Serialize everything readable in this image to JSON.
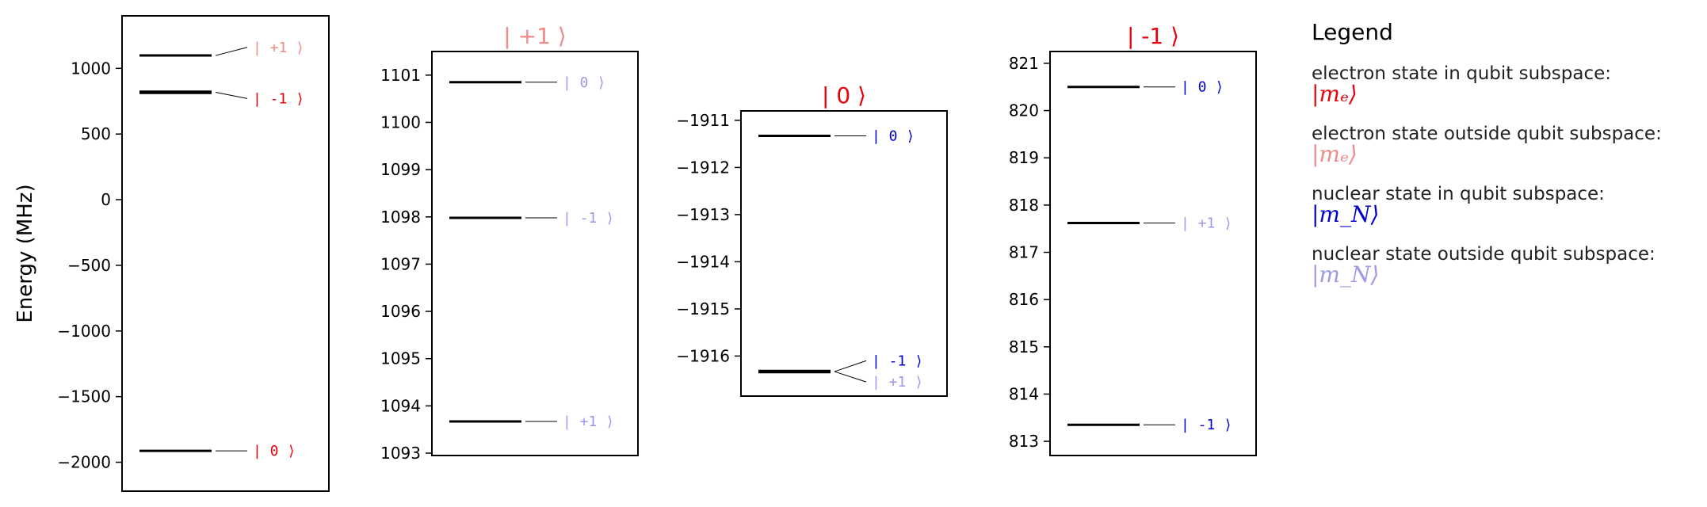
{
  "colors": {
    "electron_in": "#e8000b",
    "electron_out": "#f08a8a",
    "nuclear_in": "#0000d0",
    "nuclear_out": "#9a9ae8"
  },
  "chart_data": [
    {
      "type": "diagram",
      "title": "",
      "ylabel": "Energy (MHz)",
      "ylim": [
        -2220,
        1400
      ],
      "yticks": [
        1000,
        500,
        0,
        -500,
        -1000,
        -1500,
        -2000
      ],
      "levels": [
        {
          "value": 1098.0,
          "label": "| +1 ⟩",
          "color_key": "electron_out",
          "thick": false
        },
        {
          "value": 818.0,
          "label": "| -1 ⟩",
          "color_key": "electron_in",
          "thick": true
        },
        {
          "value": -1913.0,
          "label": "|  0 ⟩",
          "color_key": "electron_in",
          "thick": false
        }
      ],
      "label_values": [
        1160,
        770,
        -1913
      ]
    },
    {
      "type": "diagram",
      "title": "| +1 ⟩",
      "title_color_key": "electron_out",
      "ylabel": "",
      "ylim": [
        1092.95,
        1101.5
      ],
      "yticks": [
        1101,
        1100,
        1099,
        1098,
        1097,
        1096,
        1095,
        1094,
        1093
      ],
      "levels": [
        {
          "value": 1100.85,
          "label": "|  0 ⟩",
          "color_key": "nuclear_out",
          "thick": false
        },
        {
          "value": 1097.98,
          "label": "| -1 ⟩",
          "color_key": "nuclear_out",
          "thick": false
        },
        {
          "value": 1093.67,
          "label": "| +1 ⟩",
          "color_key": "nuclear_out",
          "thick": false
        }
      ],
      "label_values": [
        1100.85,
        1097.98,
        1093.67
      ]
    },
    {
      "type": "diagram",
      "title": "|  0 ⟩",
      "title_color_key": "electron_in",
      "ylabel": "",
      "ylim": [
        -1916.85,
        -1910.8
      ],
      "yticks": [
        -1911,
        -1912,
        -1913,
        -1914,
        -1915,
        -1916
      ],
      "levels": [
        {
          "value": -1911.33,
          "label": "|  0 ⟩",
          "color_key": "nuclear_in",
          "thick": false
        },
        {
          "value": -1916.33,
          "label": "| -1 ⟩",
          "color_key": "nuclear_in",
          "thick": true
        },
        {
          "value": -1916.33,
          "label": "| +1 ⟩",
          "color_key": "nuclear_out",
          "thick": false
        }
      ],
      "label_values": [
        -1911.33,
        -1916.1,
        -1916.55
      ]
    },
    {
      "type": "diagram",
      "title": "| -1 ⟩",
      "title_color_key": "electron_in",
      "ylabel": "",
      "ylim": [
        812.7,
        821.25
      ],
      "yticks": [
        821,
        820,
        819,
        818,
        817,
        816,
        815,
        814,
        813
      ],
      "levels": [
        {
          "value": 820.5,
          "label": "|  0 ⟩",
          "color_key": "nuclear_in",
          "thick": false
        },
        {
          "value": 817.62,
          "label": "| +1 ⟩",
          "color_key": "nuclear_out",
          "thick": false
        },
        {
          "value": 813.35,
          "label": "| -1 ⟩",
          "color_key": "nuclear_in",
          "thick": false
        }
      ],
      "label_values": [
        820.5,
        817.62,
        813.35
      ]
    }
  ],
  "legend": {
    "title": "Legend",
    "entries": [
      {
        "text": "electron state in qubit subspace:",
        "symbol": "|mₑ⟩",
        "color_key": "electron_in"
      },
      {
        "text": "electron state outside qubit subspace:",
        "symbol": "|mₑ⟩",
        "color_key": "electron_out"
      },
      {
        "text": "nuclear state in qubit subspace:",
        "symbol": "|m_N⟩",
        "color_key": "nuclear_in"
      },
      {
        "text": "nuclear state outside qubit subspace:",
        "symbol": "|m_N⟩",
        "color_key": "nuclear_out"
      }
    ]
  }
}
